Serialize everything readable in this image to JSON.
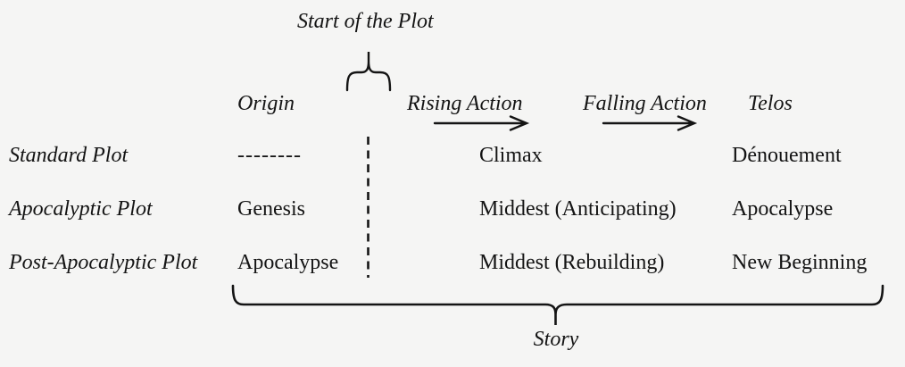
{
  "diagram": {
    "title": "Start of the Plot",
    "story_label": "Story",
    "colors": {
      "background": "#f5f5f4",
      "ink": "#141414"
    },
    "column_headers": {
      "origin": "Origin",
      "rising_action": "Rising Action",
      "falling_action": "Falling Action",
      "telos": "Telos"
    },
    "rows": [
      {
        "label": "Standard Plot",
        "origin": "--------",
        "middest": "Climax",
        "telos": "Dénouement"
      },
      {
        "label": "Apocalyptic Plot",
        "origin": "Genesis",
        "middest": "Middest (Anticipating)",
        "telos": "Apocalypse"
      },
      {
        "label": "Post-Apocalyptic Plot",
        "origin": "Apocalypse",
        "middest": "Middest (Rebuilding)",
        "telos": "New Beginning"
      }
    ]
  }
}
